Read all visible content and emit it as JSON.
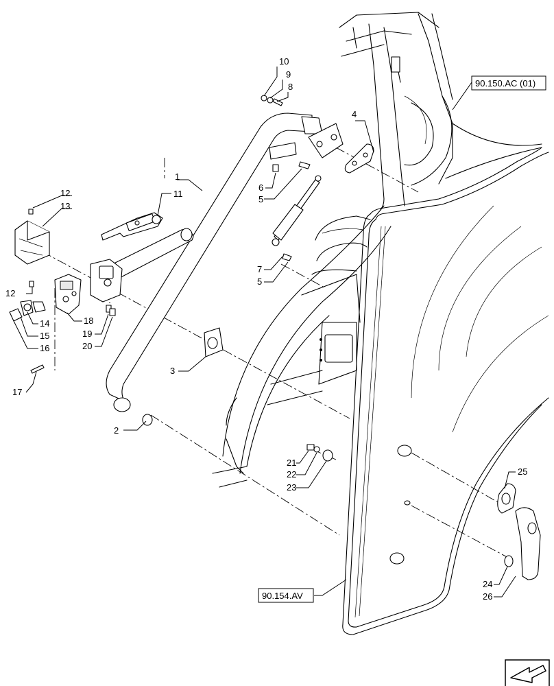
{
  "diagram": {
    "part_labels": [
      {
        "id": "1",
        "text": "1"
      },
      {
        "id": "2",
        "text": "2"
      },
      {
        "id": "3",
        "text": "3"
      },
      {
        "id": "4",
        "text": "4"
      },
      {
        "id": "5a",
        "text": "5"
      },
      {
        "id": "5b",
        "text": "5"
      },
      {
        "id": "6",
        "text": "6"
      },
      {
        "id": "7",
        "text": "7"
      },
      {
        "id": "8",
        "text": "8"
      },
      {
        "id": "9",
        "text": "9"
      },
      {
        "id": "10",
        "text": "10"
      },
      {
        "id": "11",
        "text": "11"
      },
      {
        "id": "12a",
        "text": "12"
      },
      {
        "id": "12b",
        "text": "12"
      },
      {
        "id": "13",
        "text": "13"
      },
      {
        "id": "14",
        "text": "14"
      },
      {
        "id": "15",
        "text": "15"
      },
      {
        "id": "16",
        "text": "16"
      },
      {
        "id": "17",
        "text": "17"
      },
      {
        "id": "18",
        "text": "18"
      },
      {
        "id": "19",
        "text": "19"
      },
      {
        "id": "20",
        "text": "20"
      },
      {
        "id": "21",
        "text": "21"
      },
      {
        "id": "22",
        "text": "22"
      },
      {
        "id": "23",
        "text": "23"
      },
      {
        "id": "24",
        "text": "24"
      },
      {
        "id": "25",
        "text": "25"
      },
      {
        "id": "26",
        "text": "26"
      }
    ],
    "references": [
      {
        "id": "ref_top",
        "text": "90.150.AC (01)"
      },
      {
        "id": "ref_bottom",
        "text": "90.154.AV"
      }
    ],
    "nav_icon": "arrow-pointing-left-down-icon"
  }
}
